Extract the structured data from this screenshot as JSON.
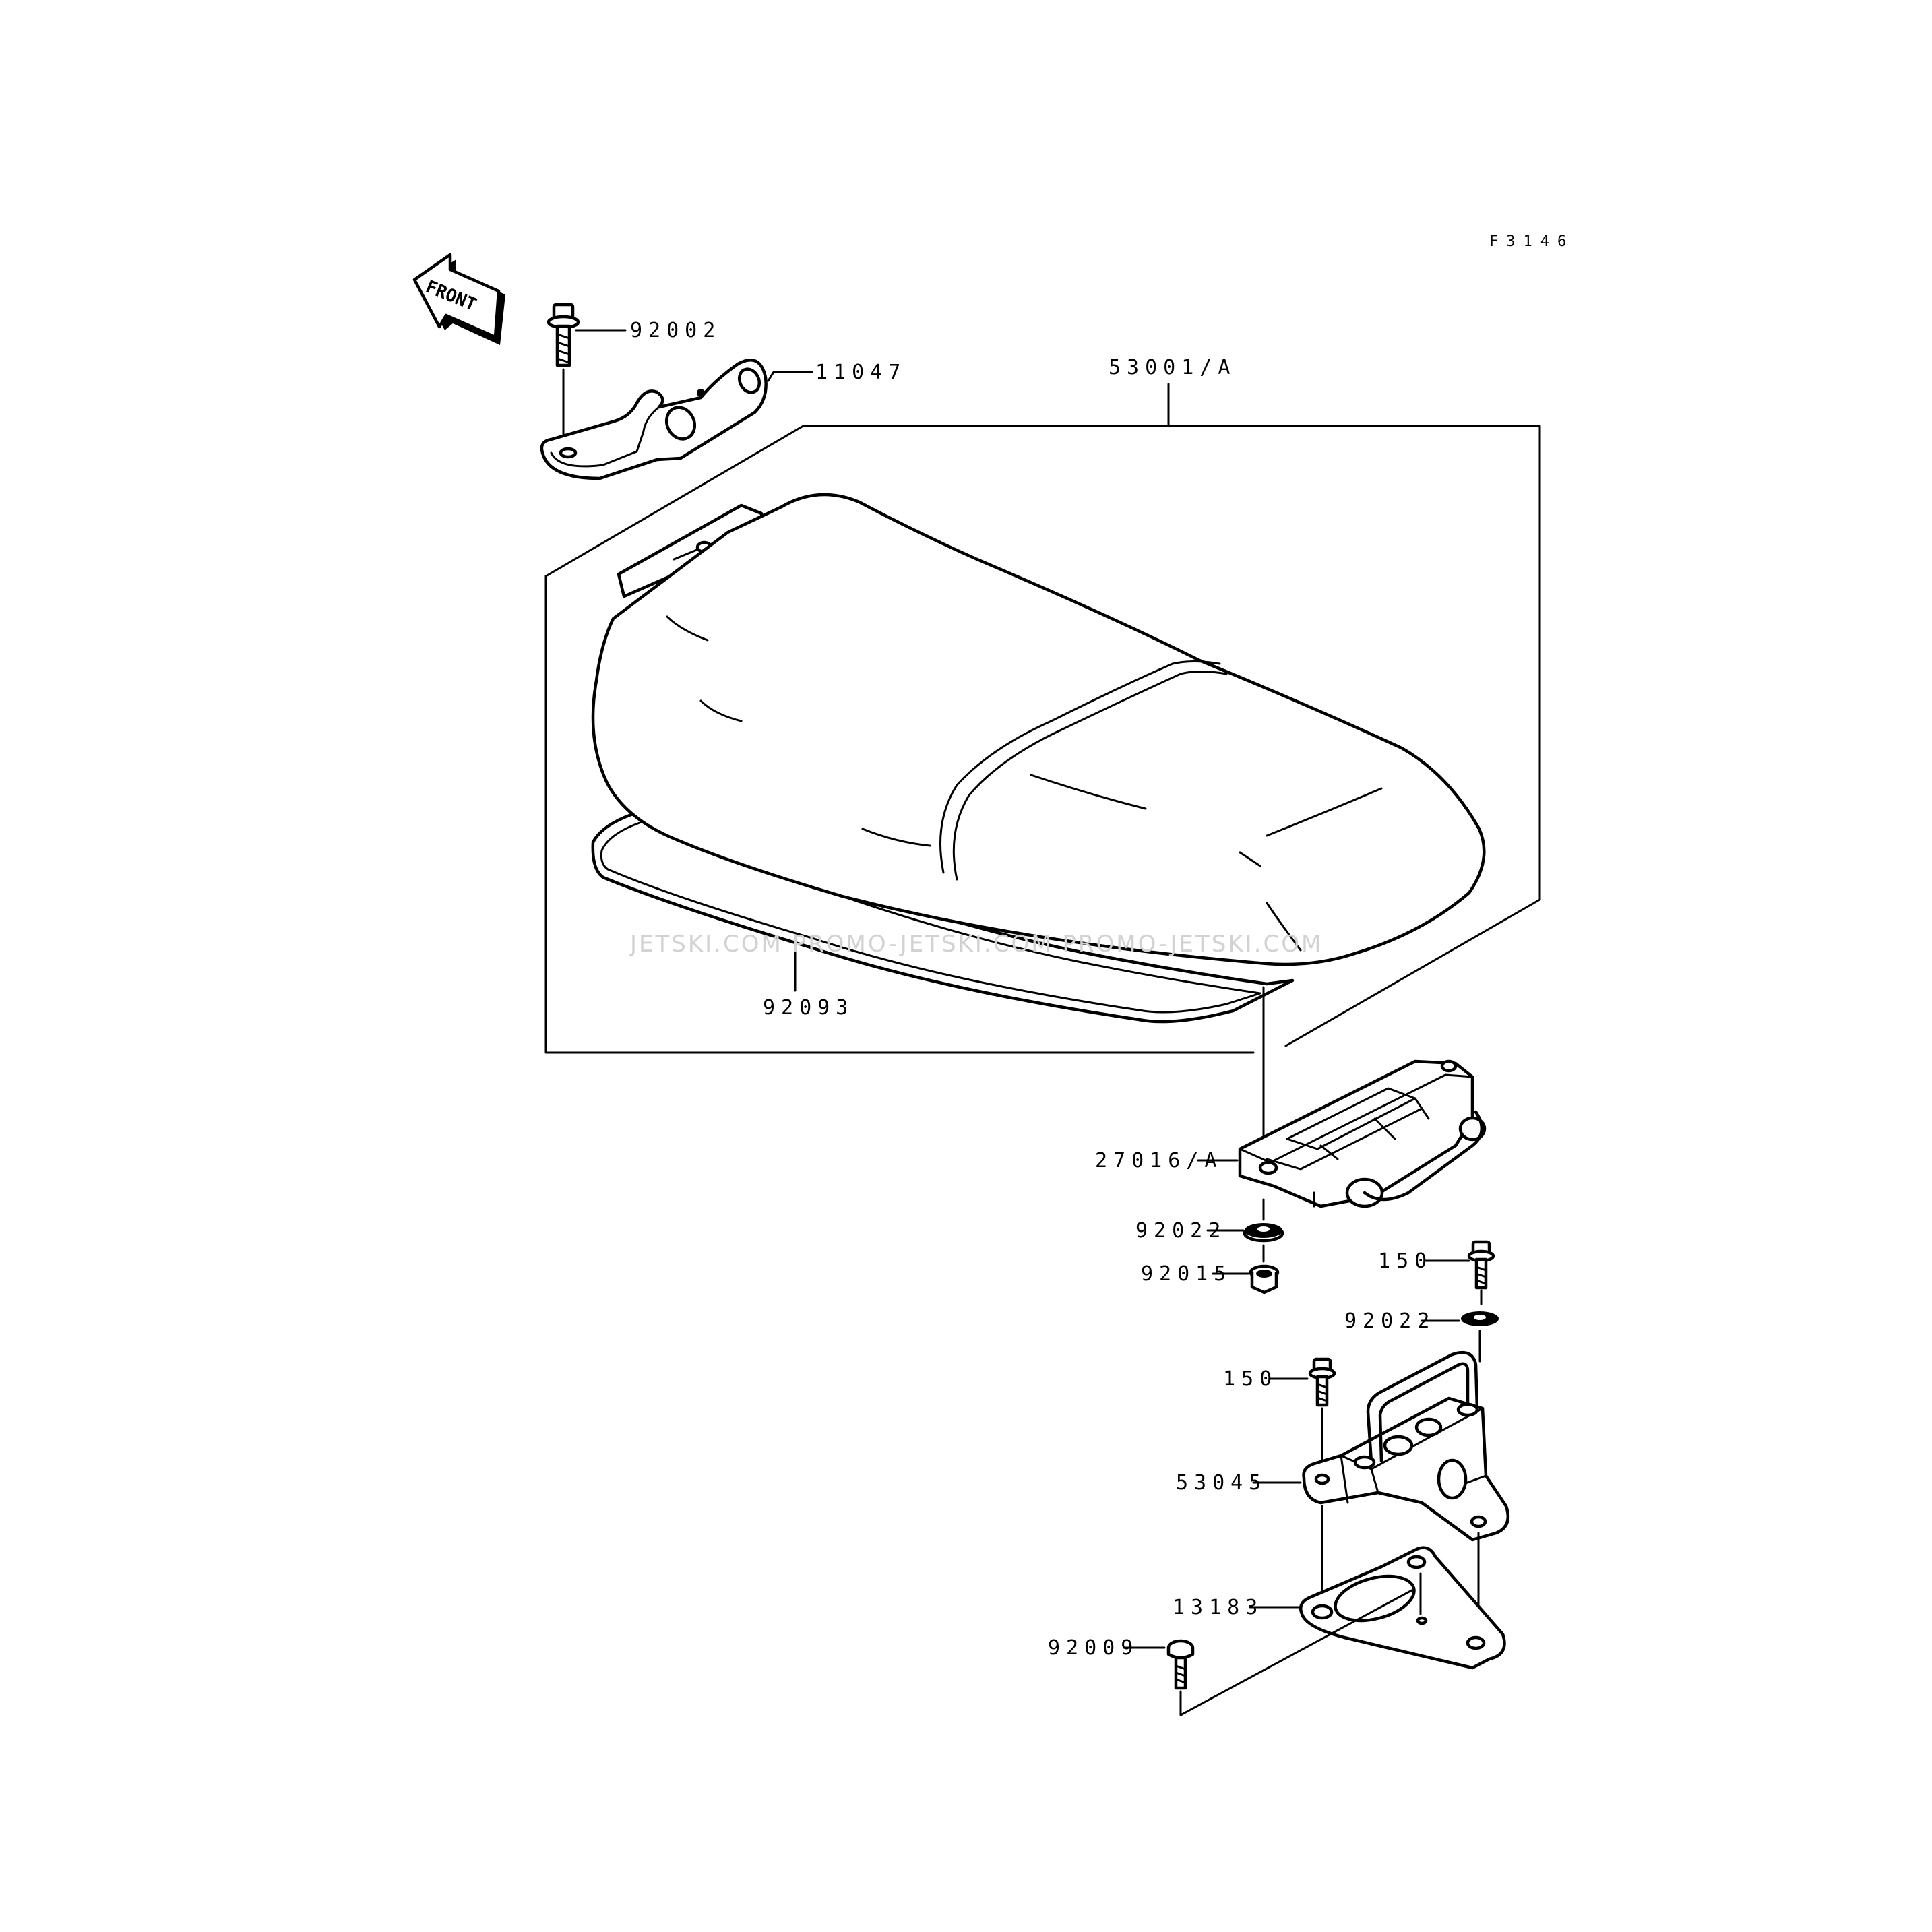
{
  "figure_code": "F3146",
  "front_label": "FRONT",
  "watermark": "JETSKI.COM   PROMO-JETSKI.COM   PROMO-JETSKI.COM",
  "parts": {
    "bolt_top": "92002",
    "hinge_bracket": "11047",
    "seat_assembly": "53001/A",
    "seat_trim": "92093",
    "latch_body": "27016/A",
    "washer_a": "92022",
    "nut": "92015",
    "bolt_right": "150",
    "washer_b": "92022",
    "bolt_left": "150",
    "latch_bracket": "53045",
    "gasket_plate": "13183",
    "screw": "92009"
  }
}
